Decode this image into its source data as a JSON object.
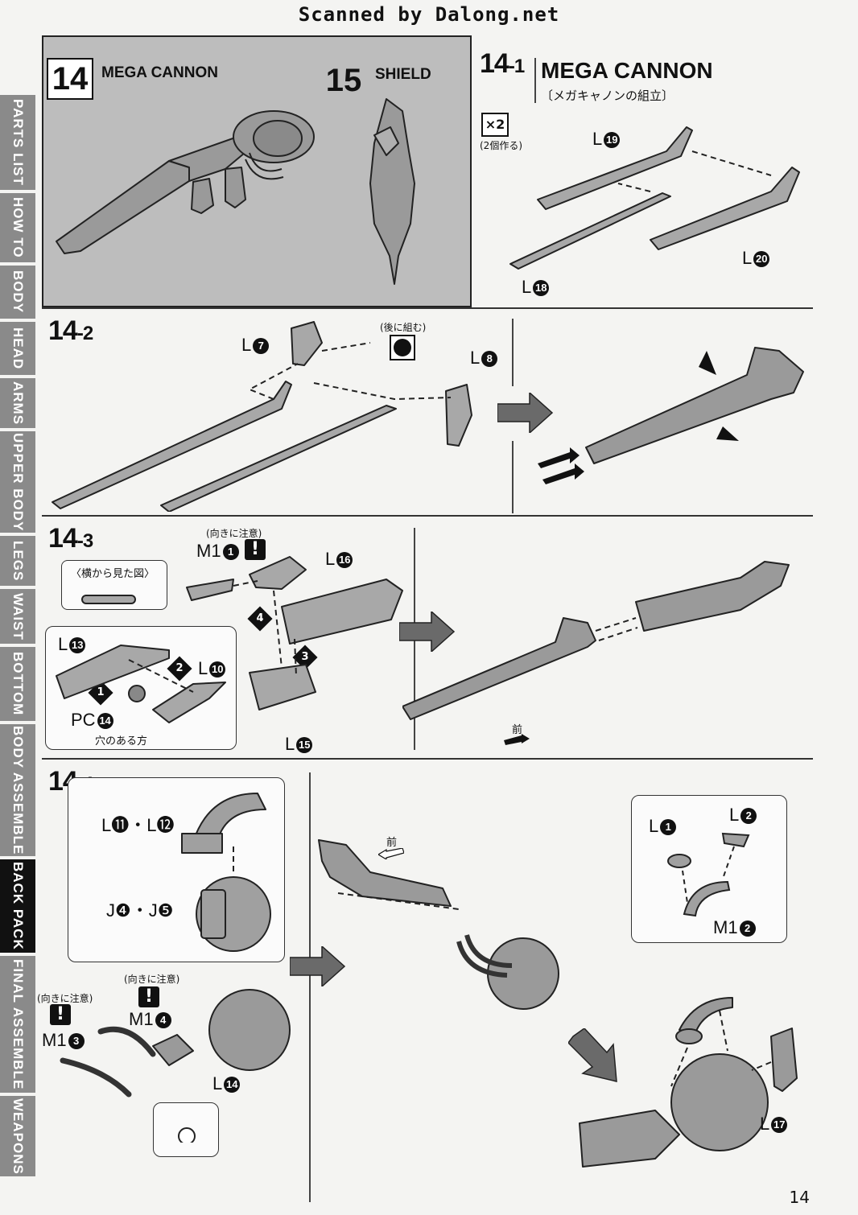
{
  "watermark": "Scanned by Dalong.net",
  "overview": {
    "item14_number": "14",
    "item14_label": "MEGA CANNON",
    "item15_number": "15",
    "item15_label": "SHIELD"
  },
  "step14_1": {
    "number": "14",
    "suffix": "-1",
    "title": "MEGA CANNON",
    "subtitle": "〔メガキャノンの組立〕",
    "multiplier": "×2",
    "multiplier_note": "(2個作る)",
    "parts": [
      {
        "letter": "L",
        "num": "19"
      },
      {
        "letter": "L",
        "num": "20"
      },
      {
        "letter": "L",
        "num": "18"
      }
    ]
  },
  "step14_2": {
    "number": "14",
    "suffix": "-2",
    "later_note": "(後に組む)",
    "parts": [
      {
        "letter": "L",
        "num": "7"
      },
      {
        "letter": "L",
        "num": "8"
      }
    ]
  },
  "step14_3": {
    "number": "14",
    "suffix": "-3",
    "orientation_note": "(向きに注意)",
    "side_view": "〈横から見た図〉",
    "hole_side": "穴のある方",
    "front": "前",
    "m1_part": {
      "letter": "M1",
      "num": "1"
    },
    "pc_part": {
      "letter": "PC",
      "num": "14"
    },
    "parts": [
      {
        "letter": "L",
        "num": "16"
      },
      {
        "letter": "L",
        "num": "13"
      },
      {
        "letter": "L",
        "num": "10"
      },
      {
        "letter": "L",
        "num": "15"
      }
    ],
    "order": [
      "4",
      "3",
      "2",
      "1"
    ]
  },
  "step14_4": {
    "number": "14",
    "suffix": "-4",
    "orientation_note_a": "(向きに注意)",
    "orientation_note_b": "(向きに注意)",
    "front": "前",
    "pair_a": "L⓫・L⓬",
    "pair_b": "J❹・J❺",
    "m1_3": {
      "letter": "M1",
      "num": "3"
    },
    "m1_4": {
      "letter": "M1",
      "num": "4"
    },
    "m1_2": {
      "letter": "M1",
      "num": "2"
    },
    "parts": [
      {
        "letter": "L",
        "num": "14"
      },
      {
        "letter": "L",
        "num": "1"
      },
      {
        "letter": "L",
        "num": "2"
      },
      {
        "letter": "L",
        "num": "17"
      }
    ]
  },
  "tabs": [
    "PARTS LIST",
    "HOW TO",
    "BODY",
    "HEAD",
    "ARMS",
    "UPPER BODY",
    "LEGS",
    "WAIST",
    "BOTTOM",
    "BODY ASSEMBLE",
    "BACK PACK",
    "FINAL ASSEMBLE",
    "WEAPONS"
  ],
  "active_tab": "BACK PACK",
  "page_number": "14"
}
